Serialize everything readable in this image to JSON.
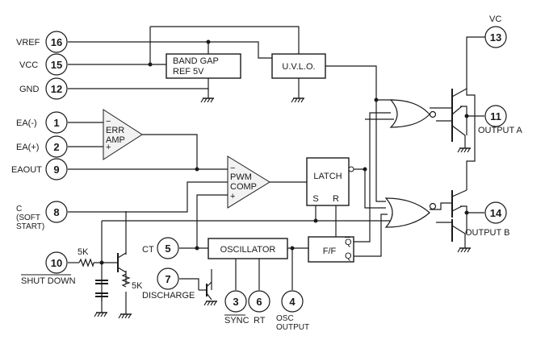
{
  "pins": [
    {
      "id": "p16",
      "number": "16",
      "label": "VREF"
    },
    {
      "id": "p15",
      "number": "15",
      "label": "VCC"
    },
    {
      "id": "p12",
      "number": "12",
      "label": "GND"
    },
    {
      "id": "p1",
      "number": "1",
      "label": "EA(-)"
    },
    {
      "id": "p2",
      "number": "2",
      "label": "EA(+)"
    },
    {
      "id": "p9",
      "number": "9",
      "label": "EAOUT"
    },
    {
      "id": "p8",
      "number": "8",
      "label": "C (SOFT START)"
    },
    {
      "id": "p10",
      "number": "10",
      "label": "SHUT DOWN"
    },
    {
      "id": "p5",
      "number": "5",
      "label": "CT"
    },
    {
      "id": "p7",
      "number": "7",
      "label": "DISCHARGE"
    },
    {
      "id": "p3",
      "number": "3",
      "label": "SYNC"
    },
    {
      "id": "p6",
      "number": "6",
      "label": "RT"
    },
    {
      "id": "p4",
      "number": "4",
      "label": "OSC OUTPUT"
    },
    {
      "id": "p13",
      "number": "13",
      "label": "VC"
    },
    {
      "id": "p11",
      "number": "11",
      "label": "OUTPUT A"
    },
    {
      "id": "p14",
      "number": "14",
      "label": "OUTPUT B"
    }
  ],
  "blocks": {
    "bandgap_line1": "BAND GAP",
    "bandgap_line2": "REF 5V",
    "uvlo": "U.V.L.O.",
    "err_amp_line1": "ERR",
    "err_amp_line2": "AMP",
    "pwm_line1": "PWM",
    "pwm_line2": "COMP",
    "latch": "LATCH",
    "latch_s": "S",
    "latch_r": "R",
    "oscillator": "OSCILLATOR",
    "ff": "F/F",
    "ff_q": "Q",
    "ff_qbar": "Q",
    "minus": "−",
    "plus": "+"
  },
  "components": {
    "r_shutdown": "5K",
    "r_softstart": "5K"
  }
}
